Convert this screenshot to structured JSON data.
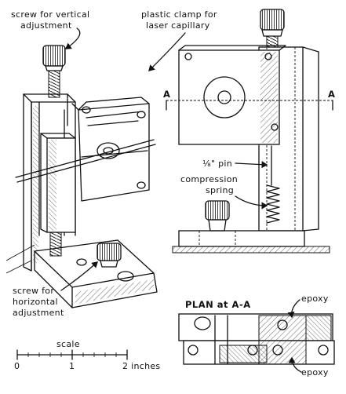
{
  "labels": {
    "screw_vertical_line1": "screw for vertical",
    "screw_vertical_line2": "adjustment",
    "plastic_clamp_line1": "plastic clamp for",
    "plastic_clamp_line2": "laser capillary",
    "section_mark_left": "A",
    "section_mark_right": "A",
    "pin": "⅛\" pin",
    "compression_line1": "compression",
    "compression_line2": "spring",
    "screw_horizontal_line1": "screw for",
    "screw_horizontal_line2": "horizontal",
    "screw_horizontal_line3": "adjustment",
    "plan_title": "PLAN at A-A",
    "epoxy_top": "epoxy",
    "epoxy_bottom": "epoxy"
  },
  "scale_bar": {
    "title": "scale",
    "ticks": [
      "0",
      "1",
      "2 inches"
    ]
  },
  "icons": [
    "knurled-screw-icon",
    "spring-icon",
    "arrow-icon"
  ]
}
